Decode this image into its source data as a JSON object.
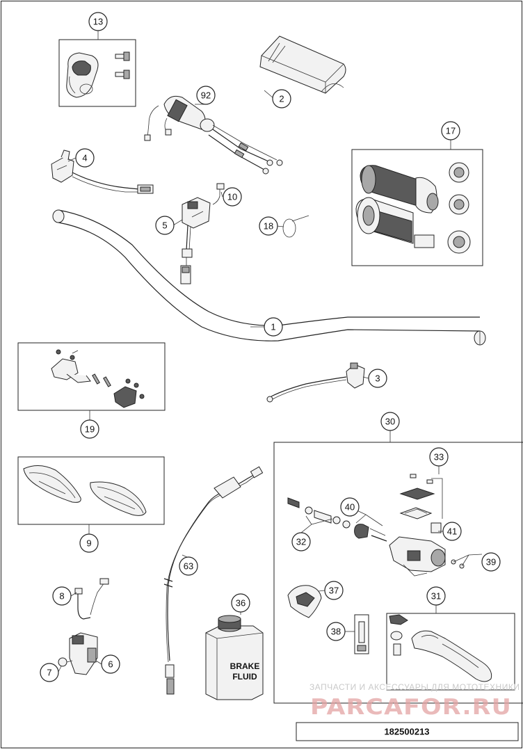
{
  "diagram": {
    "callouts": [
      {
        "id": "13",
        "label": "13"
      },
      {
        "id": "2",
        "label": "2"
      },
      {
        "id": "92",
        "label": "92"
      },
      {
        "id": "4",
        "label": "4"
      },
      {
        "id": "17",
        "label": "17"
      },
      {
        "id": "10",
        "label": "10"
      },
      {
        "id": "5",
        "label": "5"
      },
      {
        "id": "18",
        "label": "18"
      },
      {
        "id": "1",
        "label": "1"
      },
      {
        "id": "3",
        "label": "3"
      },
      {
        "id": "19",
        "label": "19"
      },
      {
        "id": "30",
        "label": "30"
      },
      {
        "id": "33",
        "label": "33"
      },
      {
        "id": "40",
        "label": "40"
      },
      {
        "id": "9",
        "label": "9"
      },
      {
        "id": "32",
        "label": "32"
      },
      {
        "id": "41",
        "label": "41"
      },
      {
        "id": "39",
        "label": "39"
      },
      {
        "id": "63",
        "label": "63"
      },
      {
        "id": "8",
        "label": "8"
      },
      {
        "id": "37",
        "label": "37"
      },
      {
        "id": "31",
        "label": "31"
      },
      {
        "id": "36",
        "label": "36"
      },
      {
        "id": "38",
        "label": "38"
      },
      {
        "id": "6",
        "label": "6"
      },
      {
        "id": "7",
        "label": "7"
      }
    ],
    "brake_fluid_label_line1": "BRAKE",
    "brake_fluid_label_line2": "FLUID",
    "watermark_line1": "ЗАПЧАСТИ И АКСЕССУАРЫ ДЛЯ МОТОТЕХНИКИ",
    "watermark_line2": "PARCAFOR.RU",
    "document_number": "182500213"
  }
}
